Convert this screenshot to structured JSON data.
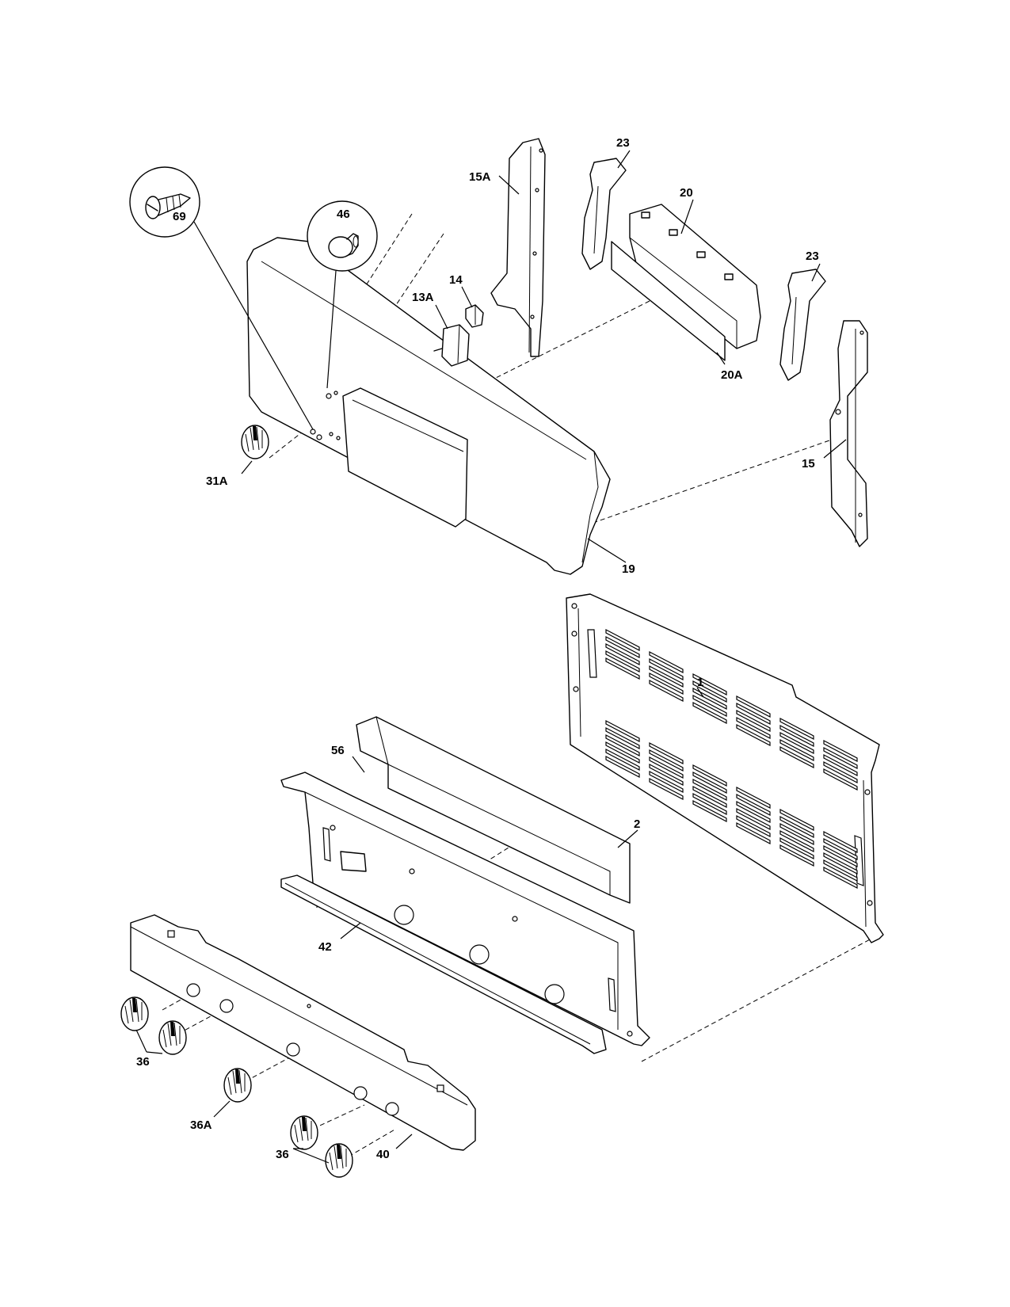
{
  "labels": {
    "l46": "46",
    "l69": "69",
    "l15A": "15A",
    "l23a": "23",
    "l23b": "23",
    "l20": "20",
    "l20A": "20A",
    "l14": "14",
    "l13A": "13A",
    "l15": "15",
    "l31A": "31A",
    "l19": "19",
    "l1": "1",
    "l56": "56",
    "l2": "2",
    "l42": "42",
    "l36a": "36",
    "l36A": "36A",
    "l36b": "36",
    "l40": "40"
  },
  "icons": {
    "button_cap": "button-cap-icon",
    "screw": "screw-icon",
    "knob": "knob-icon"
  }
}
